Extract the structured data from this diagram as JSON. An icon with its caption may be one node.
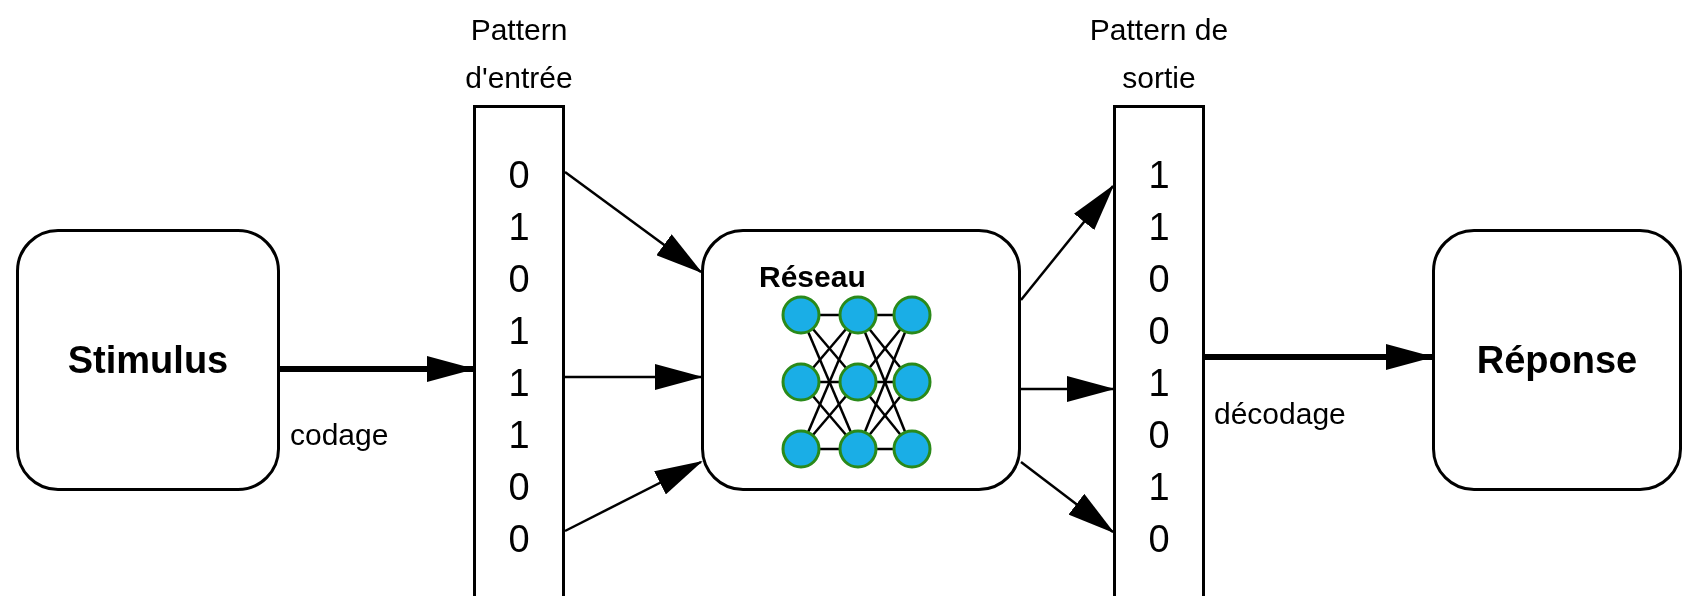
{
  "diagram": {
    "nodes": [
      {
        "text": [
          "Stimulus"
        ]
      },
      {
        "text": [
          "Pattern d'entrée",
          "0",
          "1",
          "0",
          "1",
          "1",
          "1",
          "0",
          "0"
        ]
      },
      {
        "text": [
          "Réseau"
        ]
      },
      {
        "text": [
          "Pattern de sortie",
          "1",
          "1",
          "0",
          "0",
          "1",
          "0",
          "1",
          "0"
        ]
      },
      {
        "text": [
          "Réponse"
        ]
      }
    ],
    "edges": [
      {
        "from": 0,
        "to": 1,
        "arrow": "to",
        "label": "codage",
        "style": "thick"
      },
      {
        "from": 1,
        "to": 2,
        "arrow": "to"
      },
      {
        "from": 1,
        "to": 2,
        "arrow": "to"
      },
      {
        "from": 1,
        "to": 2,
        "arrow": "to"
      },
      {
        "from": 2,
        "to": 3,
        "arrow": "to"
      },
      {
        "from": 2,
        "to": 3,
        "arrow": "to"
      },
      {
        "from": 2,
        "to": 3,
        "arrow": "to"
      },
      {
        "from": 3,
        "to": 4,
        "arrow": "to",
        "label": "décodage",
        "style": "thick"
      }
    ]
  }
}
